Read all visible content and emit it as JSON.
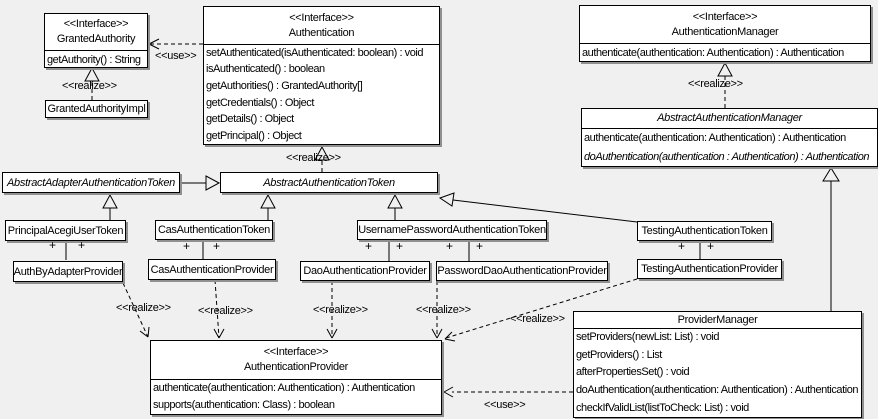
{
  "diagram": {
    "background_color": "#f0f0f0",
    "box_fill_color": "#ffffff",
    "line_color": "#000000",
    "labels": {
      "use": "<<use>>",
      "realize": "<<realize>>",
      "plus": "+"
    }
  },
  "classes": {
    "granted_authority": {
      "stereotype": "<<Interface>>",
      "name": "GrantedAuthority",
      "ops": [
        "getAuthority() : String"
      ]
    },
    "granted_authority_impl": {
      "name": "GrantedAuthorityImpl"
    },
    "authentication": {
      "stereotype": "<<Interface>>",
      "name": "Authentication",
      "ops": [
        "setAuthenticated(isAuthenticated: boolean) : void",
        "isAuthenticated() : boolean",
        "getAuthorities() : GrantedAuthority[]",
        "getCredentials() : Object",
        "getDetails() : Object",
        "getPrincipal() : Object"
      ]
    },
    "authentication_manager": {
      "stereotype": "<<Interface>>",
      "name": "AuthenticationManager",
      "ops": [
        "authenticate(authentication: Authentication) : Authentication"
      ]
    },
    "abstract_authentication_manager": {
      "name": "AbstractAuthenticationManager",
      "ops": [
        "authenticate(authentication: Authentication) : Authentication",
        "doAuthentication(authentication : Authentication) : Authentication"
      ]
    },
    "abstract_adapter_authentication_token": {
      "name": "AbstractAdapterAuthenticationToken"
    },
    "abstract_authentication_token": {
      "name": "AbstractAuthenticationToken"
    },
    "principal_acegi_user_token": {
      "name": "PrincipalAcegiUserToken"
    },
    "cas_authentication_token": {
      "name": "CasAuthenticationToken"
    },
    "username_password_authentication_token": {
      "name": "UsernamePasswordAuthenticationToken"
    },
    "testing_authentication_token": {
      "name": "TestingAuthenticationToken"
    },
    "auth_by_adapter_provider": {
      "name": "AuthByAdapterProvider"
    },
    "cas_authentication_provider": {
      "name": "CasAuthenticationProvider"
    },
    "dao_authentication_provider": {
      "name": "DaoAuthenticationProvider"
    },
    "password_dao_authentication_provider": {
      "name": "PasswordDaoAuthenticationProvider"
    },
    "testing_authentication_provider": {
      "name": "TestingAuthenticationProvider"
    },
    "authentication_provider": {
      "stereotype": "<<Interface>>",
      "name": "AuthenticationProvider",
      "ops": [
        "authenticate(authentication: Authentication) : Authentication",
        "supports(authentication: Class) : boolean"
      ]
    },
    "provider_manager": {
      "name": "ProviderManager",
      "ops": [
        "setProviders(newList: List) : void",
        "getProviders() : List",
        "afterPropertiesSet() : void",
        "doAuthentication(authentication: Authentication) : Authentication",
        "checkIfValidList(listToCheck: List) : void"
      ]
    }
  }
}
